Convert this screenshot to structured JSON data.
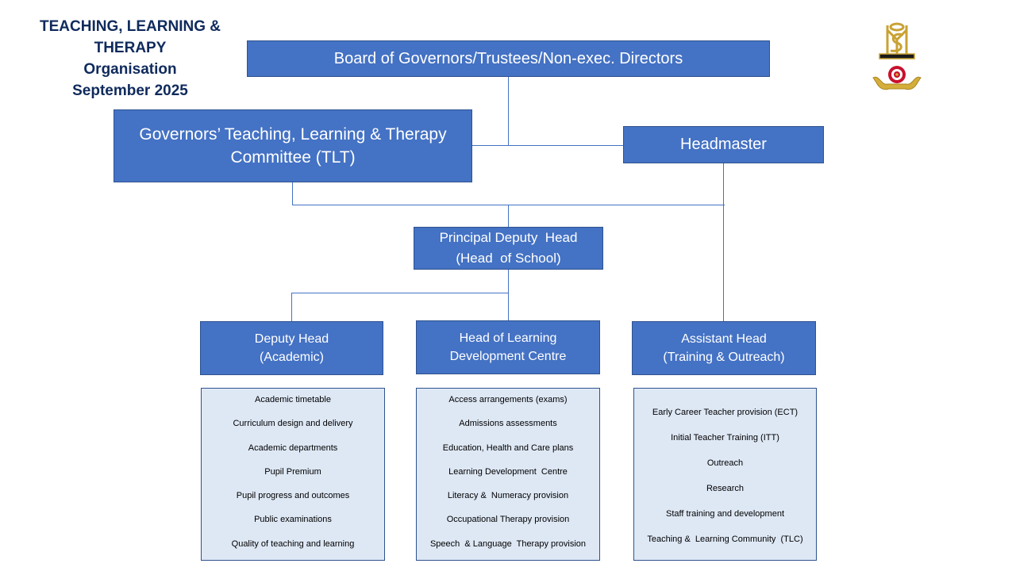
{
  "title": {
    "line1": "TEACHING, LEARNING &",
    "line2": "THERAPY",
    "line3": "Organisation",
    "line4": "September 2025"
  },
  "colors": {
    "box_fill": "#4472c4",
    "box_border": "#2f528f",
    "list_fill": "#dee8f5",
    "title_text": "#0f2a5c",
    "connector": "#4472c4"
  },
  "logo": {
    "icon": "school-crest-icon"
  },
  "nodes": {
    "board": {
      "line1": "Board of Governors/Trustees/Non-exec. Directors"
    },
    "committee": {
      "line1": "Governors’ Teaching, Learning & Therapy",
      "line2": "Committee (TLT)"
    },
    "headmaster": {
      "line1": "Headmaster"
    },
    "principal_deputy": {
      "line1": "Principal Deputy  Head",
      "line2": "(Head  of School)"
    },
    "deputy_head": {
      "line1": "Deputy Head",
      "line2": "(Academic)"
    },
    "head_ldc": {
      "line1": "Head of Learning",
      "line2": "Development Centre"
    },
    "assistant_head": {
      "line1": "Assistant Head",
      "line2": "(Training & Outreach)"
    }
  },
  "responsibilities": {
    "deputy_head": [
      "Academic timetable",
      "Curriculum design and delivery",
      "Academic departments",
      "Pupil Premium",
      "Pupil progress and outcomes",
      "Public examinations",
      "Quality of teaching and learning"
    ],
    "head_ldc": [
      "Access arrangements (exams)",
      "Admissions assessments",
      "Education, Health and Care plans",
      "Learning Development  Centre",
      "Literacy &  Numeracy provision",
      "Occupational Therapy provision",
      "Speech  & Language  Therapy provision"
    ],
    "assistant_head": [
      "Early Career Teacher provision (ECT)",
      "Initial Teacher Training (ITT)",
      "Outreach",
      "Research",
      "Staff training and development",
      "Teaching &  Learning Community  (TLC)"
    ]
  }
}
